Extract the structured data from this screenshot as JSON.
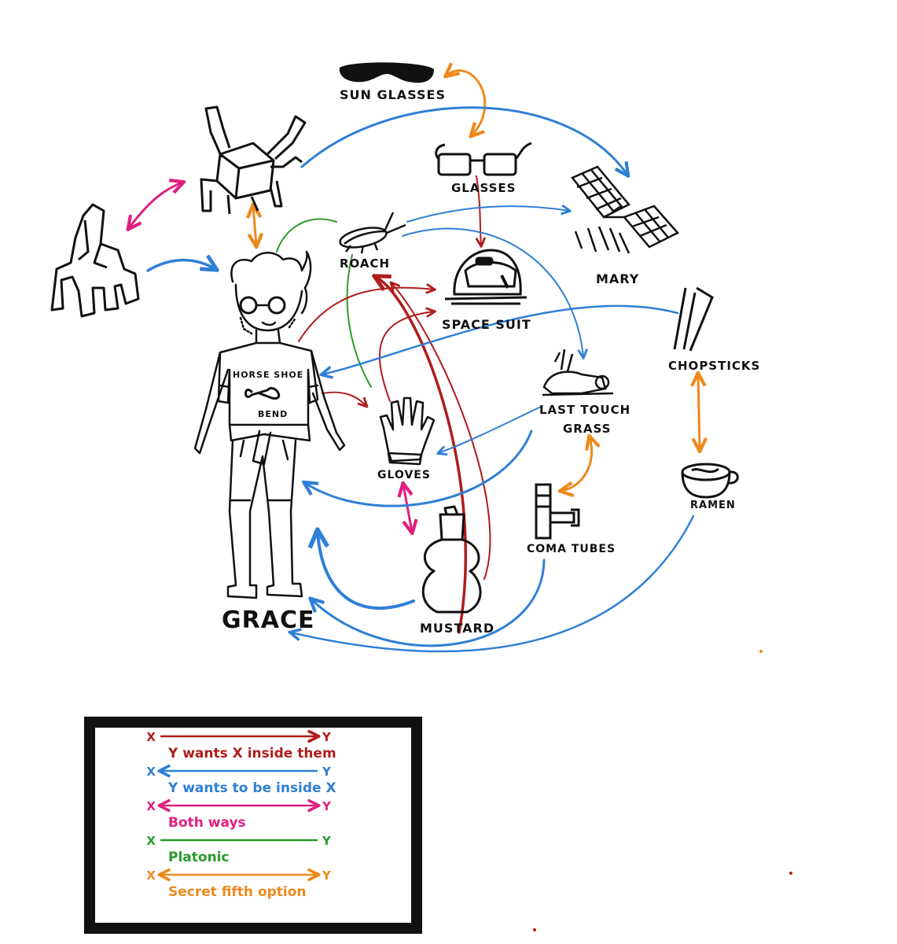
{
  "colors": {
    "ink": "#111111",
    "red": "#b01c1c",
    "blue": "#2f7fd6",
    "pink": "#e0207f",
    "green": "#2c9a2c",
    "orange": "#ec8a1c"
  },
  "nodes": {
    "sunglasses": "SUN GLASSES",
    "glasses": "GLASSES",
    "roach": "ROACH",
    "space_suit": "SPACE SUIT",
    "mary": "MARY",
    "chopsticks": "CHOPSTICKS",
    "last_touch_grass": [
      "LAST TOUCH",
      "GRASS"
    ],
    "gloves": "GLOVES",
    "ramen": "RAMEN",
    "coma_tubes": "COMA TUBES",
    "mustard": "MUSTARD",
    "grace": "GRACE",
    "shirt_text": [
      "HORSE SHOE",
      "BEND"
    ]
  },
  "legend": {
    "items": [
      {
        "color": "red",
        "x": "X",
        "y": "Y",
        "text": "Y wants X inside them",
        "direction": "right"
      },
      {
        "color": "blue",
        "x": "X",
        "y": "Y",
        "text": "Y wants to be inside X",
        "direction": "left"
      },
      {
        "color": "pink",
        "x": "X",
        "y": "Y",
        "text": "Both ways",
        "direction": "both"
      },
      {
        "color": "green",
        "x": "X",
        "y": "Y",
        "text": "Platonic",
        "direction": "none"
      },
      {
        "color": "orange",
        "x": "X",
        "y": "Y",
        "text": "Secret fifth option",
        "direction": "both"
      }
    ]
  }
}
